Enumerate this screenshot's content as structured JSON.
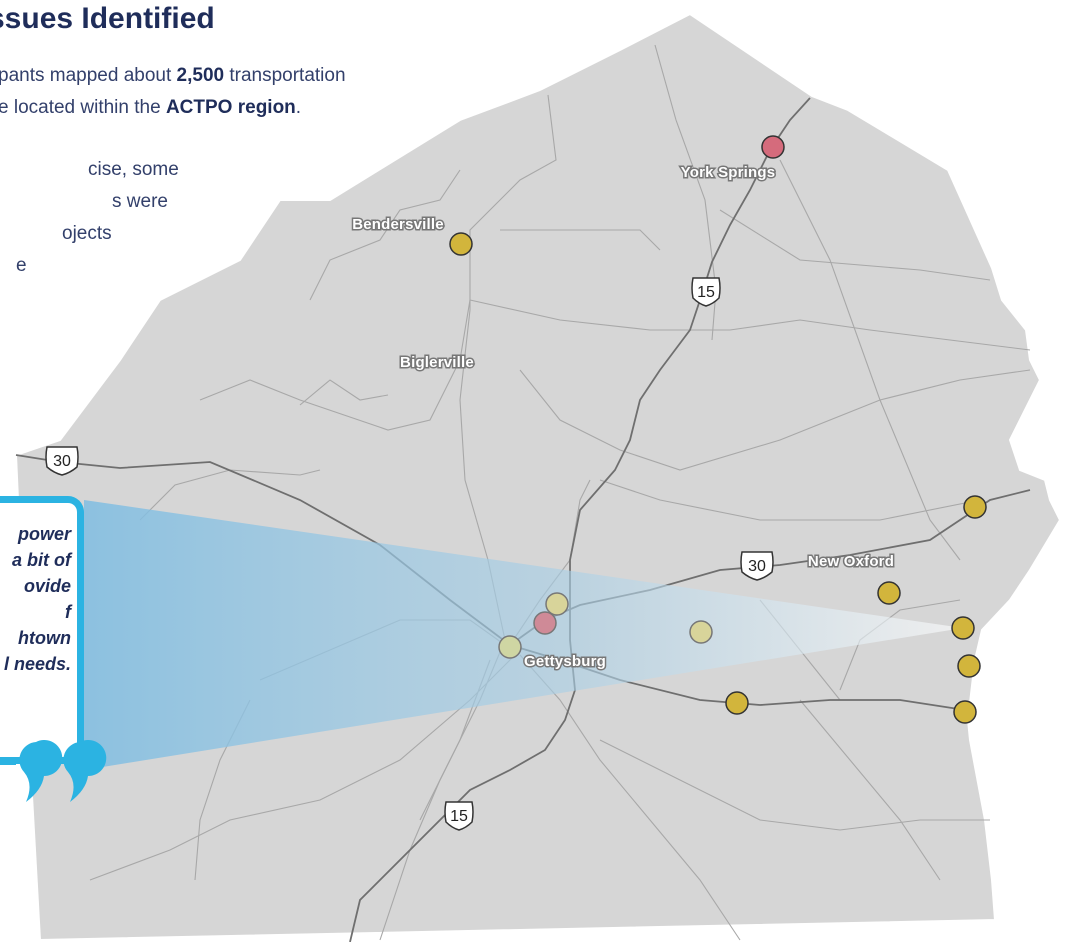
{
  "header": {
    "title": "ssues Identified",
    "intro_line1_pre": "pants mapped about ",
    "intro_count": "2,500",
    "intro_line1_post": " transportation",
    "intro_line2_pre": "e located within the ",
    "intro_region": "ACTPO region",
    "intro_line2_post": ".",
    "sub_lines": [
      "cise, some",
      "s were",
      "ojects",
      "e"
    ]
  },
  "quote": {
    "lines": [
      "power",
      "a bit of",
      "ovide",
      "f",
      "htown",
      "l needs."
    ]
  },
  "map": {
    "towns": [
      {
        "name": "York Springs"
      },
      {
        "name": "Bendersville"
      },
      {
        "name": "Biglerville"
      },
      {
        "name": "New Oxford"
      },
      {
        "name": "Gettysburg"
      }
    ],
    "routes": [
      {
        "id": "us15-north",
        "label": "15"
      },
      {
        "id": "us30-west",
        "label": "30"
      },
      {
        "id": "us30-east",
        "label": "30"
      },
      {
        "id": "us15-south",
        "label": "15"
      }
    ],
    "point_colors": {
      "yellow": "#d2b53c",
      "red": "#d56b7c",
      "pale_yellow": "#d8d49a",
      "pale_red": "#cf8a97",
      "pale_green": "#cfd6a3"
    },
    "callout_colors": {
      "border": "#2bb3e2",
      "wedge": "#8fc6e6"
    },
    "region_fill": "#d6d6d6"
  }
}
